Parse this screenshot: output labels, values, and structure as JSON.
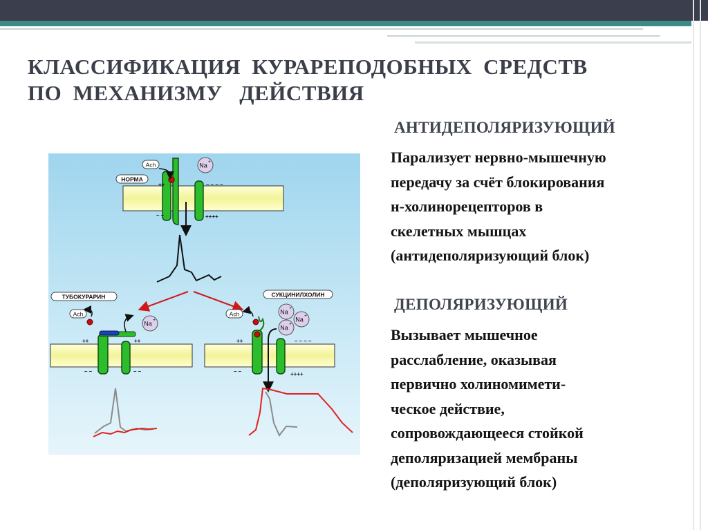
{
  "slide": {
    "title_line1": "КЛАССИФИКАЦИЯ  КУРАРЕПОДОБНЫХ  СРЕДСТВ",
    "title_line2": "ПО  МЕХАНИЗМУ   ДЕЙСТВИЯ",
    "section1": {
      "heading": "АНТИДЕПОЛЯРИЗУЮЩИЙ",
      "lines": [
        "Парализует нервно-мышечную",
        "передачу за счёт блокирования",
        "н-холинорецепторов в",
        "скелетных мышцах",
        "(антидеполяризующий блок)"
      ]
    },
    "section2": {
      "heading": "ДЕПОЛЯРИЗУЮЩИЙ",
      "lines": [
        "Вызывает мышечное",
        "расслабление, оказывая",
        "первично холиномимети-",
        "ческое действие,",
        "сопровождающееся стойкой",
        "деполяризацией мембраны",
        "(деполяризующий блок)"
      ]
    },
    "colors": {
      "header_dark": "#3b3e4c",
      "header_teal": "#3d8a86",
      "diagram_bg": "#a7d8ee",
      "membrane": "#f5f5a0",
      "receptor": "#2bbd2b",
      "trace_red": "#e02020"
    }
  },
  "diagram": {
    "label_norma": "НОРМА",
    "label_tubo": "ТУБОКУРАРИН",
    "label_succ": "СУКЦИНИЛХОЛИН",
    "ach": "Ach",
    "na": "Na",
    "na_sup": "+",
    "plus2": "++",
    "minus2": "– –",
    "minus4": "– – – –",
    "plus4": "++++"
  }
}
